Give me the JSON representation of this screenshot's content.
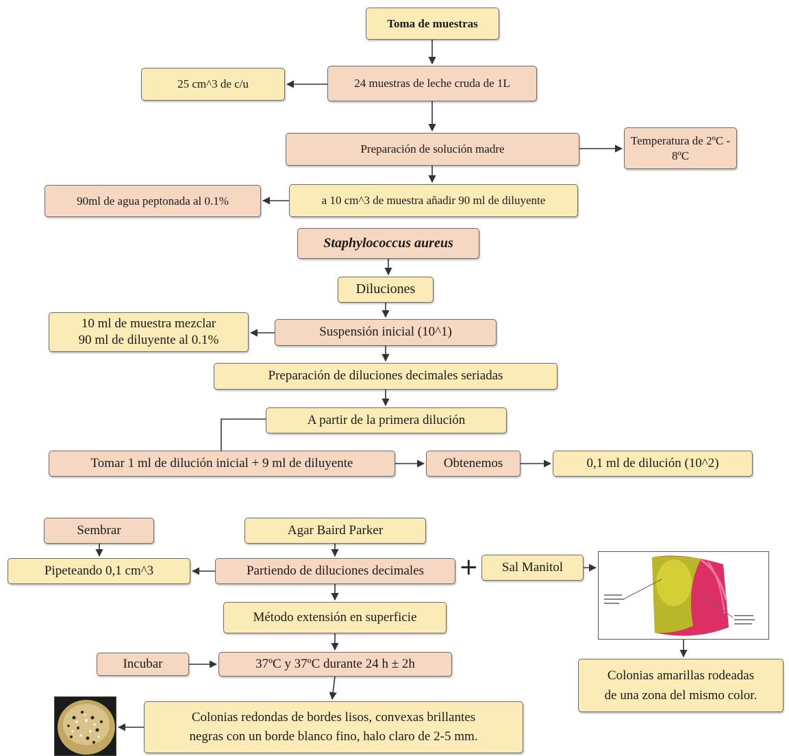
{
  "nodes": {
    "toma": "Toma de muestras",
    "muestras24": "24 muestras de leche cruda de 1L",
    "cm25": "25 cm^3 de c/u",
    "solucion_madre": "Preparación de solución madre",
    "temperatura": "Temperatura de 2ºC - 8ºC",
    "a10cm": "a 10 cm^3 de muestra añadir 90 ml de diluyente",
    "agua_peptonada": "90ml de agua peptonada al 0.1%",
    "staph": "Staphylococcus aureus",
    "diluciones": "Diluciones",
    "mezclar_l1": "10 ml de muestra mezclar",
    "mezclar_l2": "90 ml de diluyente al 0.1%",
    "suspension": "Suspensión inicial (10^1)",
    "prep_diluciones": "Preparación de diluciones decimales seriadas",
    "a_partir": "A partir de la primera dilución",
    "tomar": "Tomar 1 ml de dilución inicial + 9 ml de diluyente",
    "obtenemos": "Obtenemos",
    "dil_01": "0,1 ml de dilución (10^2)",
    "sembrar": "Sembrar",
    "agar": "Agar Baird Parker",
    "pipeteando": "Pipeteando 0,1 cm^3",
    "partiendo": "Partiendo de diluciones decimales",
    "plus": "+",
    "sal_manitol": "Sal Manitol",
    "metodo": "Método extensión en superficie",
    "incubar": "Incubar",
    "incubacion": "37ºC y 37ºC durante 24 h ± 2h",
    "colonias_redondas_l1": "Colonias redondas de bordes lisos, convexas brillantes",
    "colonias_redondas_l2": "negras con un borde blanco fino, halo claro de 2-5 mm.",
    "colonias_amarillas_l1": "Colonias amarillas rodeadas",
    "colonias_amarillas_l2": "de una zona del mismo color."
  },
  "colors": {
    "yellow_fill": "#fbebb7",
    "peach_fill": "#f6d7c2",
    "border": "#6b6b6b",
    "arrow": "#333333"
  }
}
